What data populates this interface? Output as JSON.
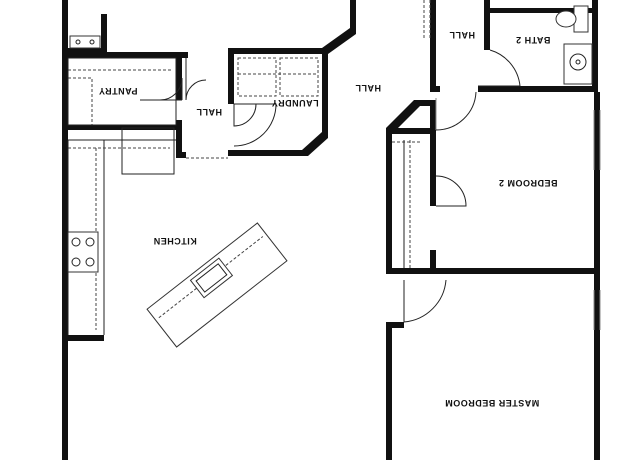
{
  "plan": {
    "rooms": {
      "pantry": "PANTRY",
      "hall_left": "HALL",
      "laundry": "LAUNDRY",
      "hall_center": "HALL",
      "hall_top": "HALL",
      "bath2": "BATH 2",
      "bedroom2": "BEDROOM 2",
      "kitchen": "KITCHEN",
      "master_bedroom": "MASTER BEDROOM"
    },
    "colors": {
      "wall": "#111111",
      "background": "#ffffff"
    }
  }
}
